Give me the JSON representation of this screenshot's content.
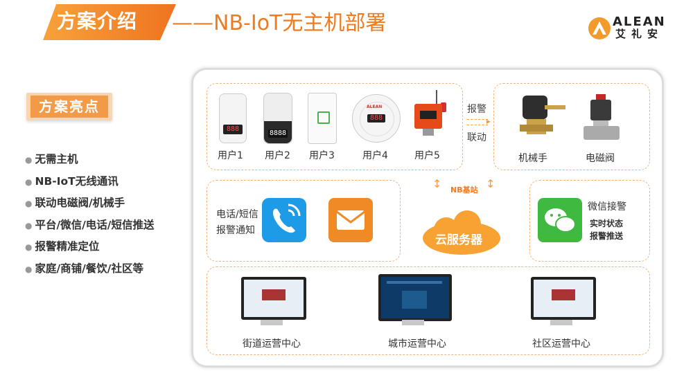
{
  "header": {
    "title": "方案介绍",
    "subtitle": "——NB-IoT无主机部署",
    "logo_text": "ALEAN",
    "logo_cn": "艾礼安"
  },
  "highlights": {
    "badge": "方案亮点",
    "items": [
      "无需主机",
      "NB-IoT无线通讯",
      "联动电磁阀/机械手",
      "平台/微信/电话/短信推送",
      "报警精准定位",
      "家庭/商铺/餐饮/社区等"
    ]
  },
  "diagram": {
    "users": [
      "用户1",
      "用户2",
      "用户3",
      "用户4",
      "用户5"
    ],
    "device_displays": [
      "888",
      "8888",
      "",
      "888"
    ],
    "device4_brand": "ALEAN",
    "alarm_label": "报警",
    "linkage_label": "联动",
    "actuators": [
      "机械手",
      "电磁阀"
    ],
    "phone_sms": [
      "电话/短信",
      "报警通知"
    ],
    "nb_station": "NB基站",
    "cloud": "云服务器",
    "wechat": {
      "title": "微信接警",
      "line1": "实时状态",
      "line2": "报警推送"
    },
    "centers": [
      "街道运营中心",
      "城市运营中心",
      "社区运营中心"
    ],
    "colors": {
      "accent": "#f07a1e",
      "phone_blue": "#1e9be6",
      "mail_orange": "#f08a24",
      "wechat_green": "#3fb93f"
    }
  }
}
